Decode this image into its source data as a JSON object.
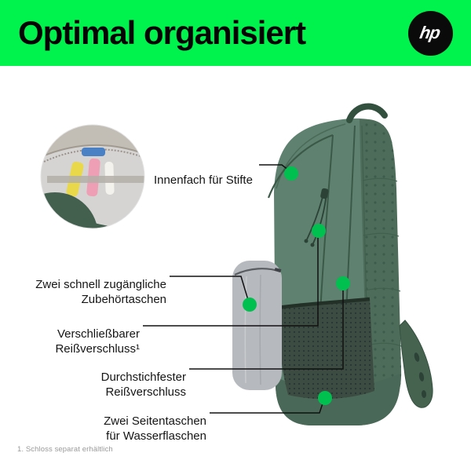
{
  "banner": {
    "title": "Optimal organisiert",
    "logo": "hp"
  },
  "callouts": [
    {
      "label": "Innenfach für Stifte"
    },
    {
      "label": "Zwei schnell zugängliche\nZubehörtaschen"
    },
    {
      "label": "Verschließbarer\nReißverschluss¹"
    },
    {
      "label": "Durchstichfester\nReißverschluss"
    },
    {
      "label": "Zwei Seitentaschen\nfür Wasserflaschen"
    }
  ],
  "footnote": "1. Schloss separat erhältlich",
  "colors": {
    "brand_green": "#00F24C",
    "dot_green": "#00C04F",
    "logo_bg": "#0A0A0A",
    "logo_text": "#FFFFFF"
  }
}
